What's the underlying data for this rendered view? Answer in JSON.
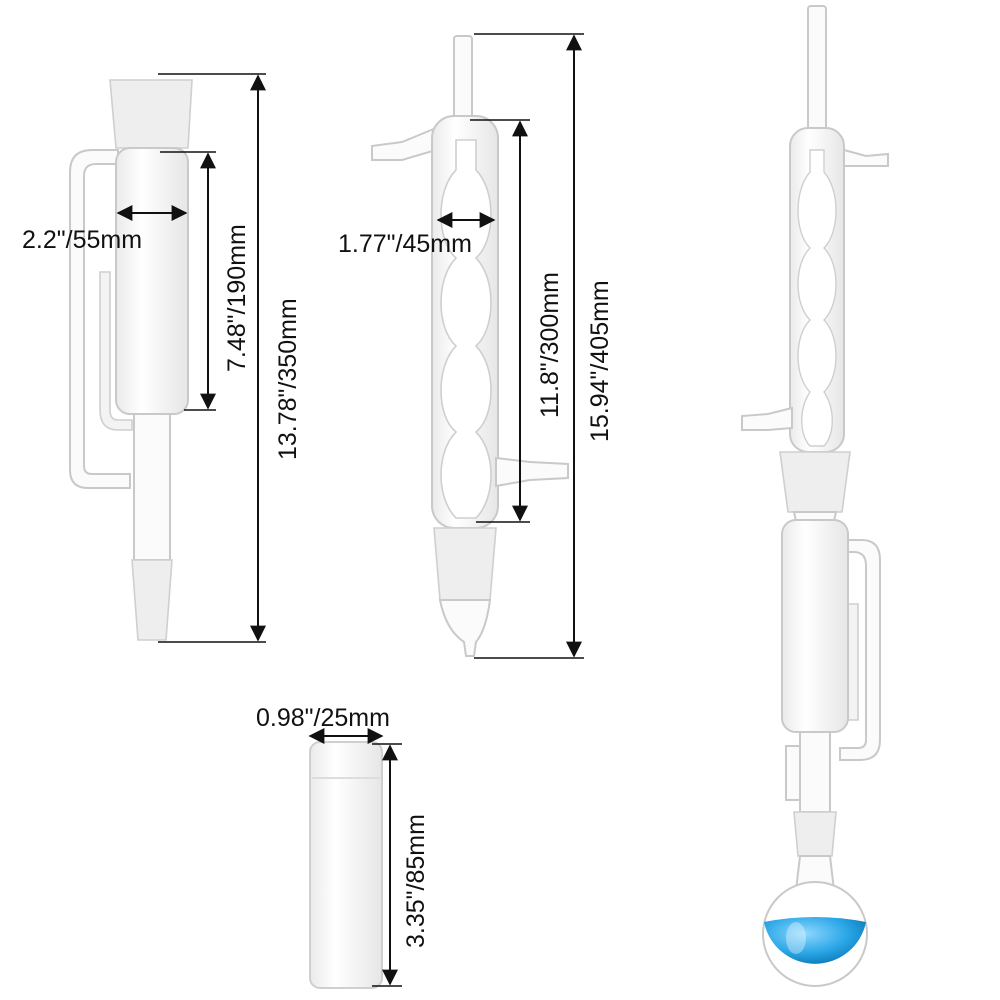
{
  "dimensions": {
    "extractor_inner_diameter": "2.2\"/55mm",
    "extractor_chamber_height": "7.48\"/190mm",
    "extractor_total_height": "13.78\"/350mm",
    "condenser_bulb_diameter": "1.77\"/45mm",
    "condenser_jacket_length": "11.8\"/300mm",
    "condenser_total_length": "15.94\"/405mm",
    "thimble_diameter": "0.98\"/25mm",
    "thimble_height": "3.35\"/85mm"
  },
  "colors": {
    "glass_edge": "#c9c9c9",
    "dimension_line": "#111111",
    "flask_liquid": "#2aa6e6"
  }
}
